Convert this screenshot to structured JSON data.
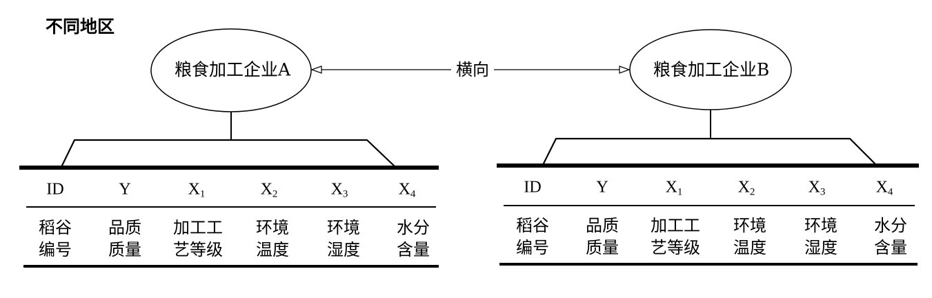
{
  "title": "不同地区",
  "relation_label": "横向",
  "entities": [
    {
      "name": "粮食加工企业A",
      "columns": [
        {
          "symbol": "ID",
          "sub": "",
          "desc": [
            "稻谷",
            "编号"
          ]
        },
        {
          "symbol": "Y",
          "sub": "",
          "desc": [
            "品质",
            "质量"
          ]
        },
        {
          "symbol": "X",
          "sub": "1",
          "desc": [
            "加工工",
            "艺等级"
          ]
        },
        {
          "symbol": "X",
          "sub": "2",
          "desc": [
            "环境",
            "温度"
          ]
        },
        {
          "symbol": "X",
          "sub": "3",
          "desc": [
            "环境",
            "湿度"
          ]
        },
        {
          "symbol": "X",
          "sub": "4",
          "desc": [
            "水分",
            "含量"
          ]
        }
      ]
    },
    {
      "name": "粮食加工企业B",
      "columns": [
        {
          "symbol": "ID",
          "sub": "",
          "desc": [
            "稻谷",
            "编号"
          ]
        },
        {
          "symbol": "Y",
          "sub": "",
          "desc": [
            "品质",
            "质量"
          ]
        },
        {
          "symbol": "X",
          "sub": "1",
          "desc": [
            "加工工",
            "艺等级"
          ]
        },
        {
          "symbol": "X",
          "sub": "2",
          "desc": [
            "环境",
            "温度"
          ]
        },
        {
          "symbol": "X",
          "sub": "3",
          "desc": [
            "环境",
            "湿度"
          ]
        },
        {
          "symbol": "X",
          "sub": "4",
          "desc": [
            "水分",
            "含量"
          ]
        }
      ]
    }
  ]
}
